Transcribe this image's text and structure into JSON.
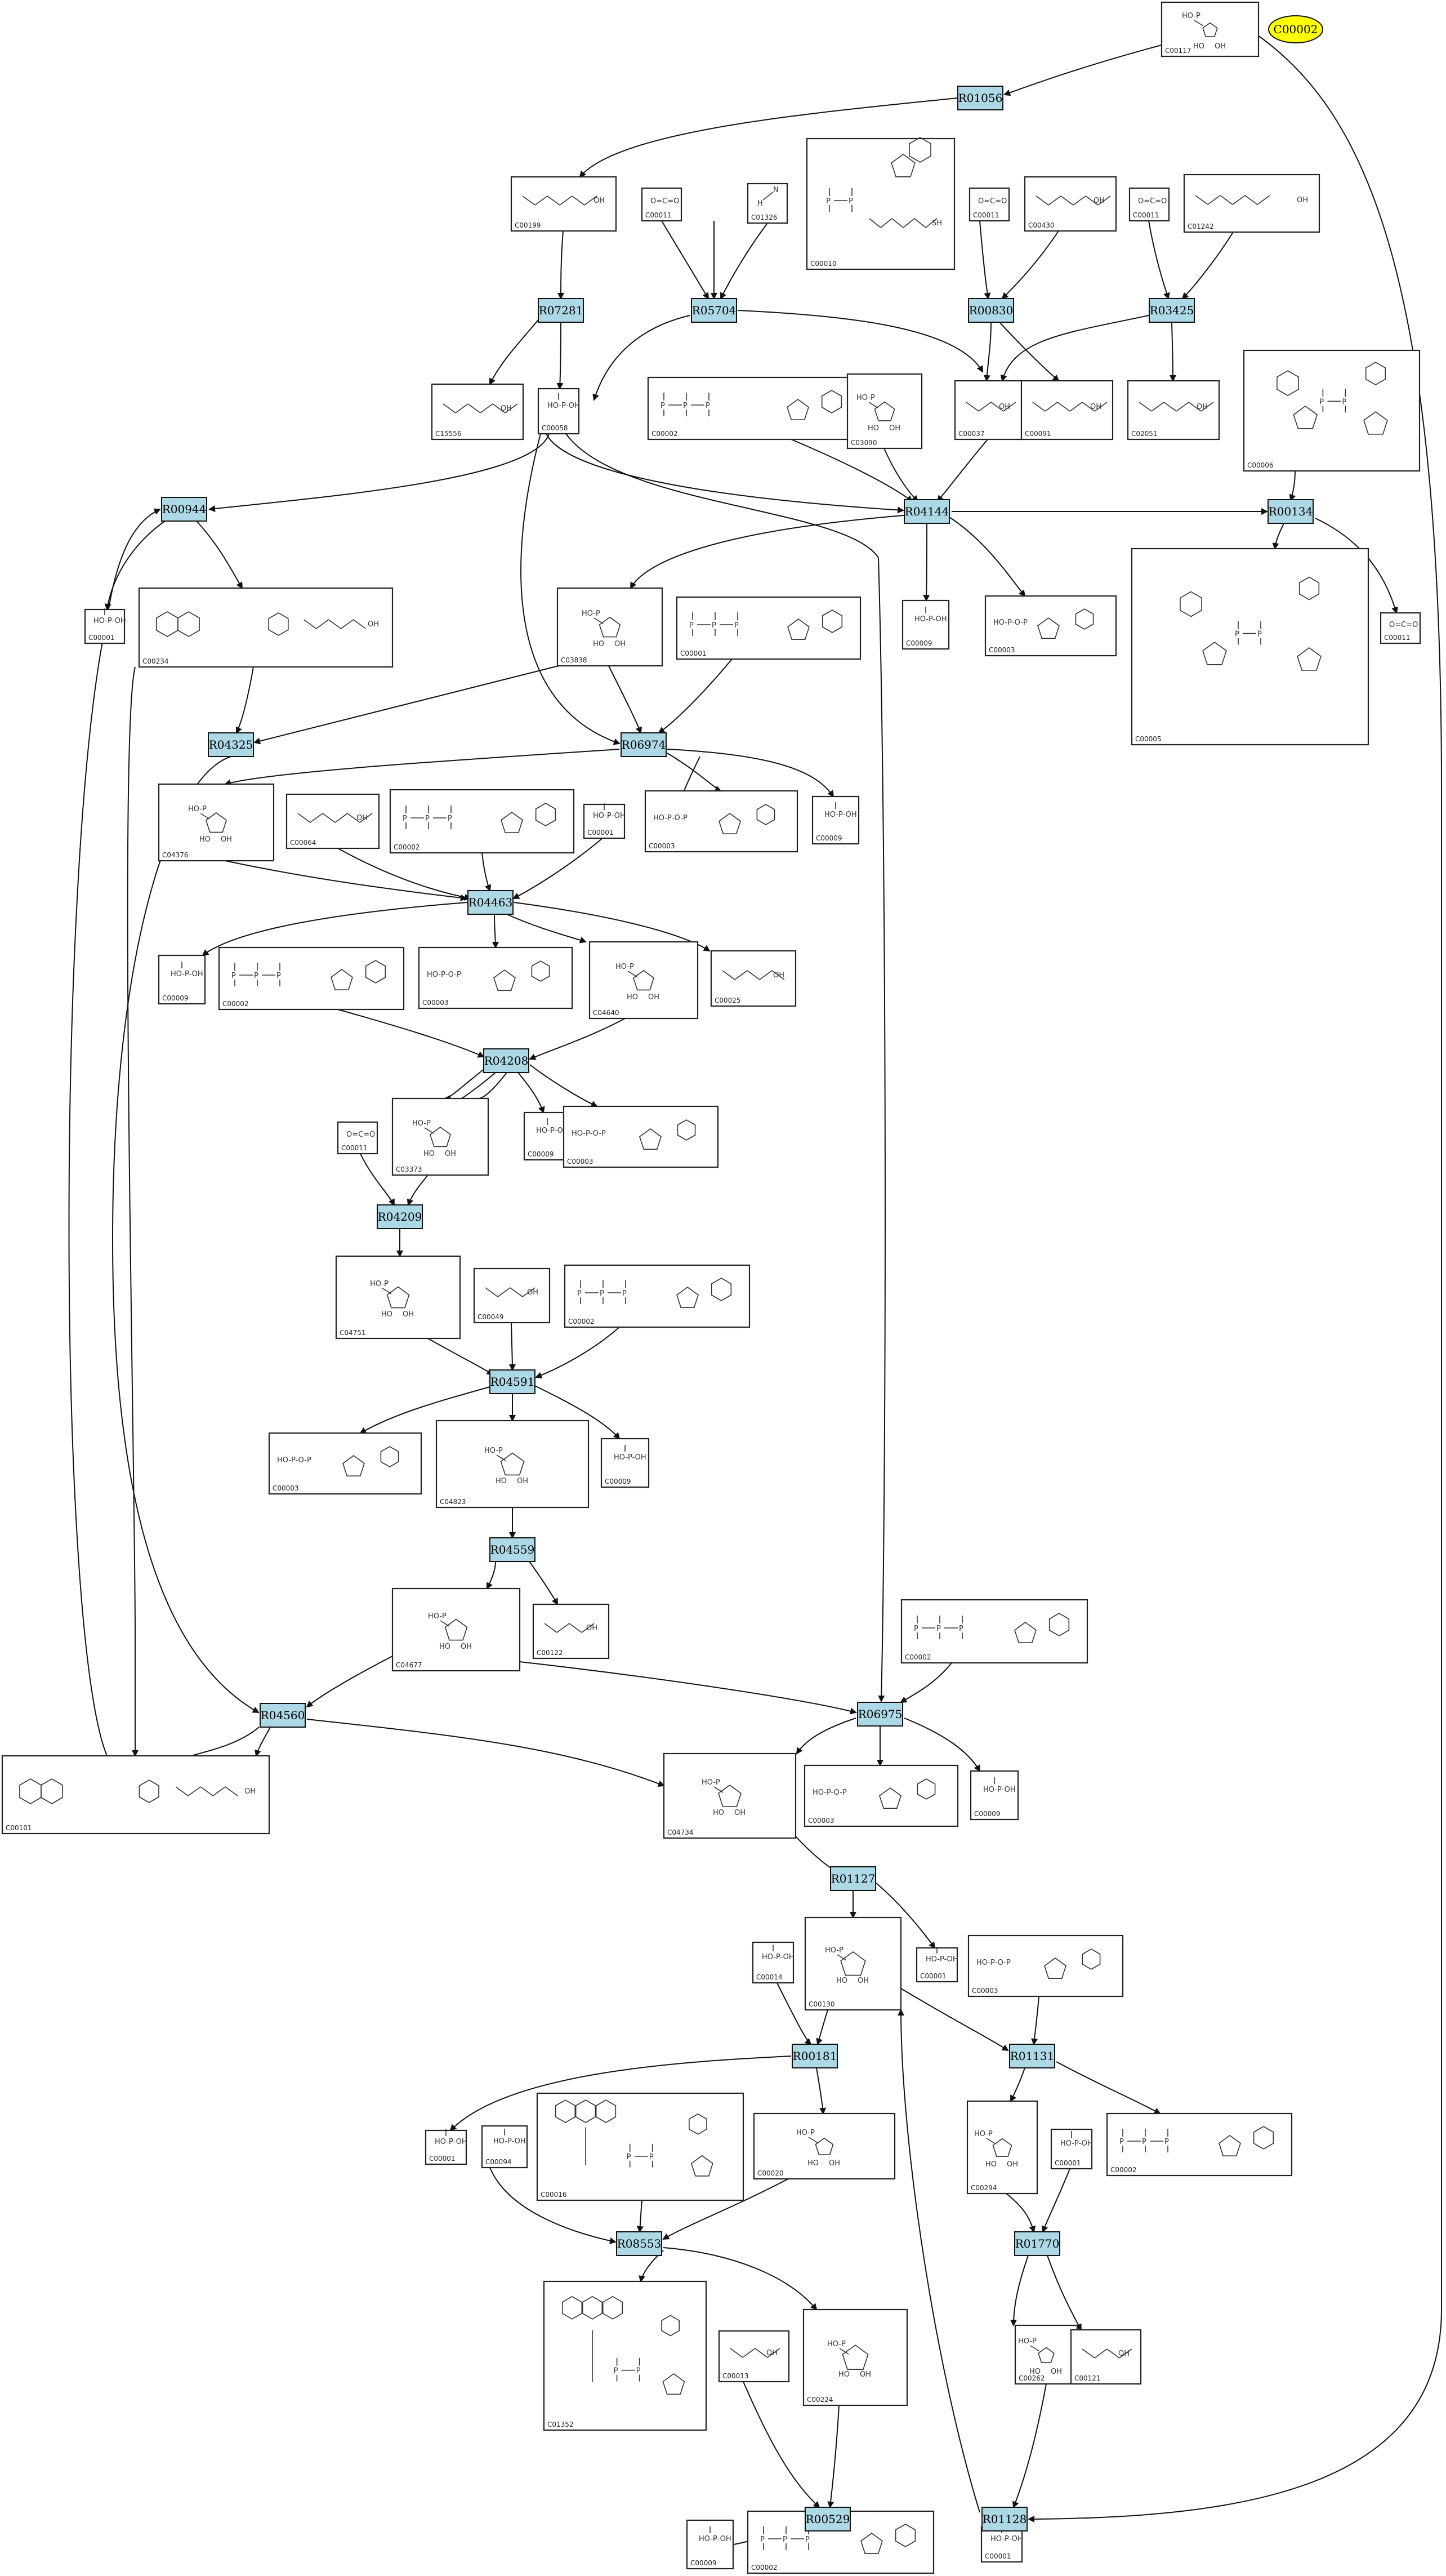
{
  "highlight": {
    "label": "C00002",
    "color": "#ffff00"
  },
  "reactions": [
    "R01056",
    "R07281",
    "R05704",
    "R00830",
    "R03425",
    "R00944",
    "R04144",
    "R00134",
    "R04325",
    "R06974",
    "R04463",
    "R04208",
    "R04209",
    "R04591",
    "R04559",
    "R04560",
    "R06975",
    "R01127",
    "R00181",
    "R01131",
    "R08553",
    "R01770",
    "R00529",
    "R01128"
  ],
  "compounds": [
    "C00117",
    "C00199",
    "C00011",
    "C01326",
    "C00010",
    "C00011",
    "C00430",
    "C00011",
    "C01242",
    "C15556",
    "C00058",
    "C00002",
    "C03090",
    "C00037",
    "C00091",
    "C02051",
    "C00006",
    "C00001",
    "C00234",
    "C03838",
    "C00001",
    "C00009",
    "C00003",
    "C00005",
    "C00011",
    "C04376",
    "C00064",
    "C00002",
    "C00001",
    "C00003",
    "C00009",
    "C00009",
    "C00002",
    "C00003",
    "C04640",
    "C00025",
    "C00011",
    "C03373",
    "C00009",
    "C00003",
    "C04751",
    "C00049",
    "C00002",
    "C00003",
    "C04823",
    "C00009",
    "C04677",
    "C00122",
    "C00002",
    "C00101",
    "C04734",
    "C00003",
    "C00009",
    "C00014",
    "C00130",
    "C00001",
    "C00003",
    "C00001",
    "C00094",
    "C00016",
    "C00020",
    "C00294",
    "C00001",
    "C00002",
    "C01352",
    "C00013",
    "C00224",
    "C00262",
    "C00121",
    "C00009",
    "C00002",
    "C00001"
  ],
  "colors": {
    "reaction_fill": "#add8e6",
    "edge": "#111111"
  }
}
